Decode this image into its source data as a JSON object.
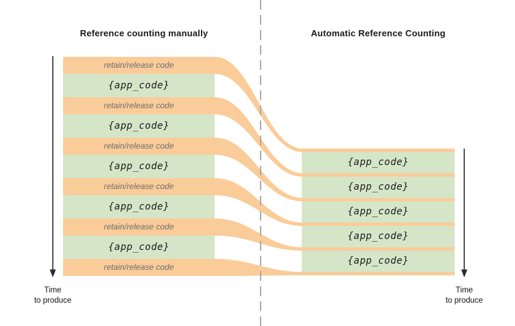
{
  "left_column": {
    "title": "Reference counting manually",
    "bands": [
      {
        "type": "retain",
        "label": "retain/release code"
      },
      {
        "type": "app",
        "label": "{app_code}"
      },
      {
        "type": "retain",
        "label": "retain/release code"
      },
      {
        "type": "app",
        "label": "{app_code}"
      },
      {
        "type": "retain",
        "label": "retain/release code"
      },
      {
        "type": "app",
        "label": "{app_code}"
      },
      {
        "type": "retain",
        "label": "retain/release code"
      },
      {
        "type": "app",
        "label": "{app_code}"
      },
      {
        "type": "retain",
        "label": "retain/release code"
      },
      {
        "type": "app",
        "label": "{app_code}"
      },
      {
        "type": "retain",
        "label": "retain/release code"
      }
    ],
    "axis_label": "Time\nto produce"
  },
  "right_column": {
    "title": "Automatic Reference Counting",
    "bands": [
      {
        "type": "app",
        "label": "{app_code}"
      },
      {
        "type": "app",
        "label": "{app_code}"
      },
      {
        "type": "app",
        "label": "{app_code}"
      },
      {
        "type": "app",
        "label": "{app_code}"
      },
      {
        "type": "app",
        "label": "{app_code}"
      }
    ],
    "axis_label": "Time\nto produce"
  },
  "colors": {
    "retain_release_band": "#FACC99",
    "app_code_band": "#D5E6C8",
    "retain_text": "#6E6E6E",
    "app_text": "#1A1A1A",
    "divider_dash": "#ABABAB",
    "arrow": "#2B2B2B",
    "title_text": "#1A1A1A"
  }
}
